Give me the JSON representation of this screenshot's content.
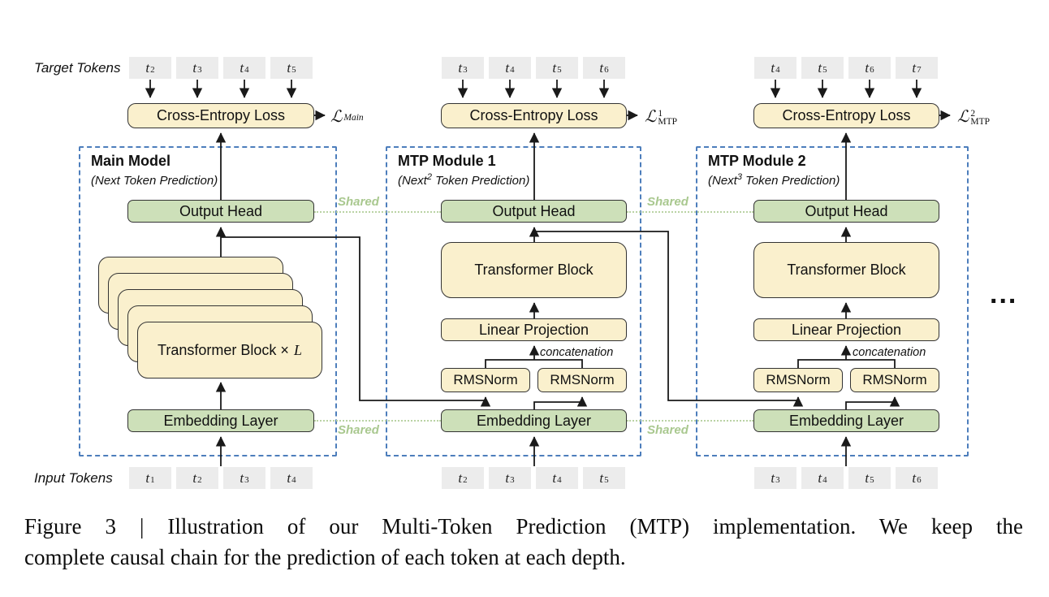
{
  "figure": {
    "target_tokens_label": "Target Tokens",
    "input_tokens_label": "Input Tokens",
    "shared_label": "Shared",
    "concatenation_label": "concatenation",
    "ellipsis": "...",
    "colors": {
      "box_cream": "#faf0cd",
      "box_green": "#cde0b9",
      "token_gray": "#ececec",
      "dashed_blue": "#4d7ebc",
      "shared_green": "#a9c88f",
      "line_dark": "#1a1a1a"
    },
    "modules": [
      {
        "title": "Main Model",
        "subtitle_pre": "(Next",
        "subtitle_sup": "",
        "subtitle_post": " Token Prediction)",
        "cross_entropy_label": "Cross-Entropy Loss",
        "loss": {
          "symbol": "ℒ",
          "sup": "",
          "sub": "Main"
        },
        "output_head_label": "Output Head",
        "transformer_stack_pre": "Transformer Block ×",
        "transformer_stack_var": "L",
        "embedding_label": "Embedding Layer",
        "target_tokens": [
          {
            "base": "t",
            "sub": "2"
          },
          {
            "base": "t",
            "sub": "3"
          },
          {
            "base": "t",
            "sub": "4"
          },
          {
            "base": "t",
            "sub": "5"
          }
        ],
        "input_tokens": [
          {
            "base": "t",
            "sub": "1"
          },
          {
            "base": "t",
            "sub": "2"
          },
          {
            "base": "t",
            "sub": "3"
          },
          {
            "base": "t",
            "sub": "4"
          }
        ]
      },
      {
        "title": "MTP Module 1",
        "subtitle_pre": "(Next",
        "subtitle_sup": "2",
        "subtitle_post": " Token Prediction)",
        "cross_entropy_label": "Cross-Entropy Loss",
        "loss": {
          "symbol": "ℒ",
          "sup": "1",
          "sub": "MTP"
        },
        "output_head_label": "Output Head",
        "transformer_block_label": "Transformer Block",
        "linear_projection_label": "Linear Projection",
        "rmsnorm_left_label": "RMSNorm",
        "rmsnorm_right_label": "RMSNorm",
        "embedding_label": "Embedding Layer",
        "target_tokens": [
          {
            "base": "t",
            "sub": "3"
          },
          {
            "base": "t",
            "sub": "4"
          },
          {
            "base": "t",
            "sub": "5"
          },
          {
            "base": "t",
            "sub": "6"
          }
        ],
        "input_tokens": [
          {
            "base": "t",
            "sub": "2"
          },
          {
            "base": "t",
            "sub": "3"
          },
          {
            "base": "t",
            "sub": "4"
          },
          {
            "base": "t",
            "sub": "5"
          }
        ]
      },
      {
        "title": "MTP Module 2",
        "subtitle_pre": "(Next",
        "subtitle_sup": "3",
        "subtitle_post": " Token Prediction)",
        "cross_entropy_label": "Cross-Entropy Loss",
        "loss": {
          "symbol": "ℒ",
          "sup": "2",
          "sub": "MTP"
        },
        "output_head_label": "Output Head",
        "transformer_block_label": "Transformer Block",
        "linear_projection_label": "Linear Projection",
        "rmsnorm_left_label": "RMSNorm",
        "rmsnorm_right_label": "RMSNorm",
        "embedding_label": "Embedding Layer",
        "target_tokens": [
          {
            "base": "t",
            "sub": "4"
          },
          {
            "base": "t",
            "sub": "5"
          },
          {
            "base": "t",
            "sub": "6"
          },
          {
            "base": "t",
            "sub": "7"
          }
        ],
        "input_tokens": [
          {
            "base": "t",
            "sub": "3"
          },
          {
            "base": "t",
            "sub": "4"
          },
          {
            "base": "t",
            "sub": "5"
          },
          {
            "base": "t",
            "sub": "6"
          }
        ]
      }
    ]
  },
  "caption": {
    "line1": "Figure 3 | Illustration of our Multi-Token Prediction (MTP) implementation.  We keep the",
    "line2": "complete causal chain for the prediction of each token at each depth."
  }
}
